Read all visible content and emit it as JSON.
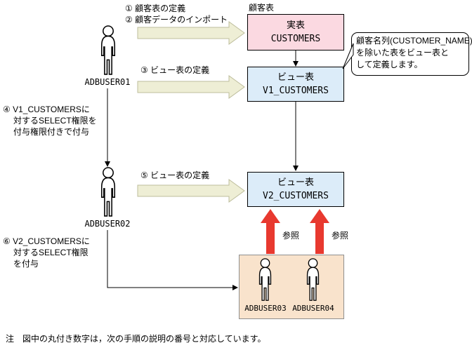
{
  "diagram": {
    "steps": {
      "s1": "① 顧客表の定義",
      "s2": "② 顧客データのインポート",
      "s3": "③ ビュー表の定義",
      "s4": [
        "④ V1_CUSTOMERSに",
        "対するSELECT権限を",
        "付与権限付きで付与"
      ],
      "s5": "⑤ ビュー表の定義",
      "s6": [
        "⑥ V2_CUSTOMERSに",
        "対するSELECT権限",
        "を付与"
      ]
    },
    "group_label": "顧客表",
    "boxes": {
      "base": {
        "type": "実表",
        "name": "CUSTOMERS"
      },
      "v1": {
        "type": "ビュー表",
        "name": "V1_CUSTOMERS"
      },
      "v2": {
        "type": "ビュー表",
        "name": "V2_CUSTOMERS"
      }
    },
    "callout": [
      "顧客名列(CUSTOMER_NAME)",
      "を除いた表をビュー表と",
      "して定義します。"
    ],
    "users": {
      "u1": "ADBUSER01",
      "u2": "ADBUSER02",
      "u3": "ADBUSER03",
      "u4": "ADBUSER04"
    },
    "refs": {
      "r1": "参照",
      "r2": "参照"
    },
    "note": "注　図中の丸付き数字は，次の手順の説明の番号と対応しています。",
    "colors": {
      "base_box_fill": "#fbd9e1",
      "view_box_fill": "#dcecf9",
      "block_arrow_fill": "#eeeed5",
      "red_arrow_fill": "#e8392f",
      "group_box_fill": "#f9e3cc"
    }
  }
}
